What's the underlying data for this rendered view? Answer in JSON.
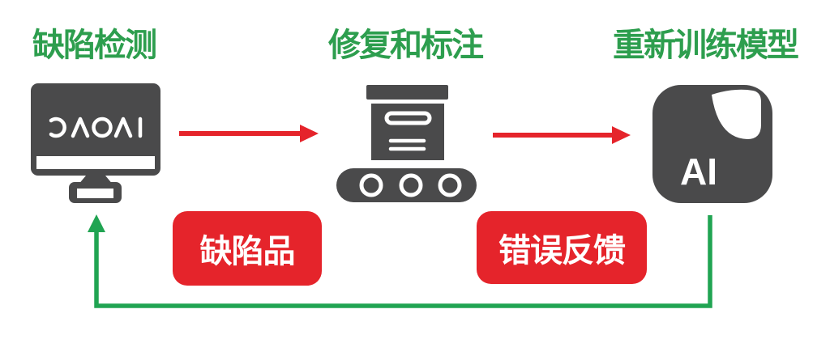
{
  "theme": {
    "green_text": "#2d9e4e",
    "green_line": "#20a452",
    "red": "#e5242b",
    "icon_gray": "#4a4a4b",
    "icon_white": "#ffffff"
  },
  "stages": [
    {
      "title": "缺陷检测"
    },
    {
      "title": "修复和标注"
    },
    {
      "title": "重新训练模型"
    }
  ],
  "icons": {
    "monitor_logo": "DAOAI",
    "ai_label": "AI"
  },
  "badges": [
    {
      "label": "缺陷品"
    },
    {
      "label": "错误反馈"
    }
  ]
}
